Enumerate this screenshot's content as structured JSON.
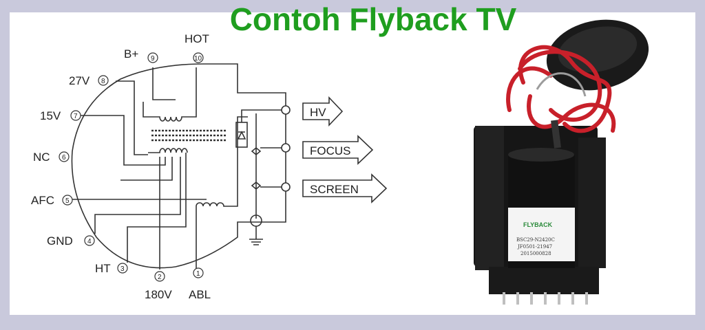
{
  "title": "Contoh Flyback TV",
  "pins": [
    {
      "id": "pin-9",
      "label": "B+",
      "num": "9"
    },
    {
      "id": "pin-10",
      "label": "HOT",
      "num": "10"
    },
    {
      "id": "pin-8",
      "label": "27V",
      "num": "8"
    },
    {
      "id": "pin-7",
      "label": "15V",
      "num": "7"
    },
    {
      "id": "pin-6",
      "label": "NC",
      "num": "6"
    },
    {
      "id": "pin-5",
      "label": "AFC",
      "num": "5"
    },
    {
      "id": "pin-4",
      "label": "GND",
      "num": "4"
    },
    {
      "id": "pin-3",
      "label": "HT",
      "num": "3"
    },
    {
      "id": "pin-2",
      "label": "180V",
      "num": "2"
    },
    {
      "id": "pin-1",
      "label": "ABL",
      "num": "1"
    }
  ],
  "outputs": [
    "HV",
    "FOCUS",
    "SCREEN"
  ],
  "photo": {
    "logo": "FLYBACK",
    "label_lines": [
      "BSC29-N2420C",
      "JF0501-21947",
      "2015000828"
    ]
  },
  "colors": {
    "title": "#1f9e1f",
    "background": "#c9c9dc",
    "wire_red": "#c8202a"
  }
}
